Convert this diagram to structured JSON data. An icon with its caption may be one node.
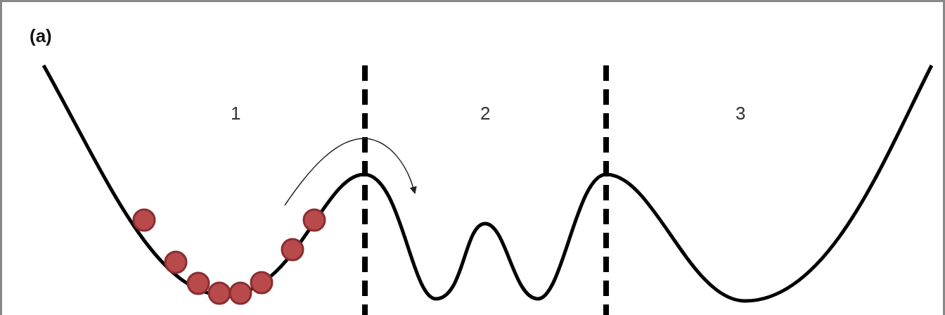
{
  "diagram": {
    "labels": [
      "(a)",
      "1",
      "2",
      "3"
    ]
  }
}
